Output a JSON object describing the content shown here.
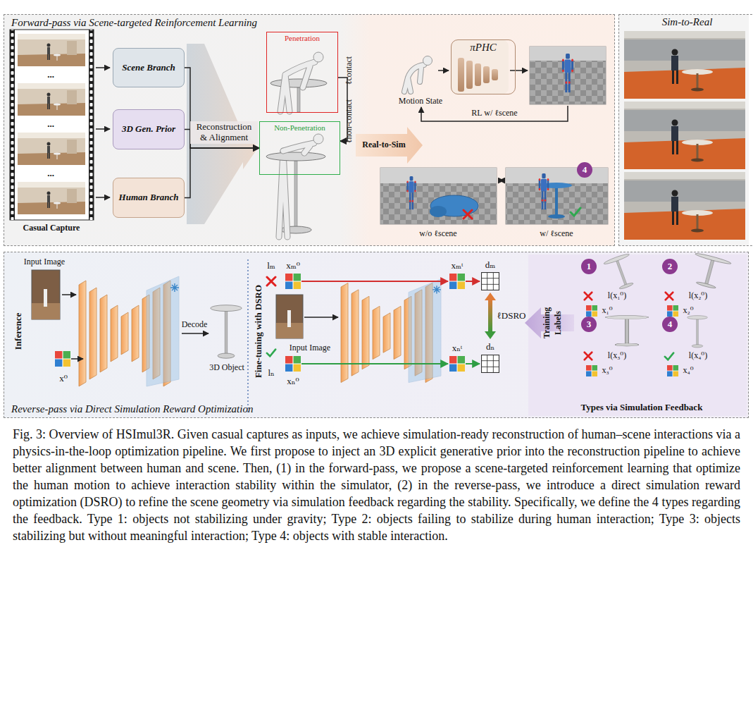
{
  "diagram": {
    "caption": "Fig. 3: Overview of HSImul3R. Given casual captures as inputs, we achieve simulation-ready reconstruction of human–scene interactions via a physics-in-the-loop optimization pipeline. We first propose to inject an 3D explicit generative prior into the reconstruction pipeline to achieve better alignment between human and scene. Then, (1) in the forward-pass, we propose a scene-targeted reinforcement learning that optimize the human motion to achieve interaction stability within the simulator, (2) in the reverse-pass, we introduce a direct simulation reward optimization (DSRO) to refine the scene geometry via simulation feedback regarding the stability. Specifically, we define the 4 types regarding the feedback. Type 1: objects not stabilizing under gravity; Type 2: objects failing to stabilize during human interaction; Type 3: objects stabilizing but without meaningful interaction; Type 4: objects with stable interaction.",
    "nodes": [
      {
        "text": [
          "Forward-pass via Scene-targeted Reinforcement Learning"
        ]
      },
      {
        "text": [
          "Scene Branch"
        ],
        "in": 0
      },
      {
        "text": [
          "3D Gen. Prior"
        ],
        "in": 0
      },
      {
        "text": [
          "Human Branch"
        ],
        "in": 0
      },
      {
        "text": [
          "Penetration"
        ],
        "in": 0
      },
      {
        "text": [
          "Non-Penetration"
        ],
        "in": 0
      },
      {
        "text": [
          "πPHC"
        ],
        "in": 0
      },
      {
        "text": [
          "4"
        ],
        "in": 0
      },
      {
        "text": [
          "Sim-to-Real"
        ]
      },
      {
        "text": [
          "Reverse-pass via Direct Simulation Reward Optimization"
        ]
      },
      {
        "text": [
          "Types via Simulation Feedback"
        ],
        "in": 9
      },
      {
        "text": [
          "1"
        ],
        "in": 10
      },
      {
        "text": [
          "2"
        ],
        "in": 10
      },
      {
        "text": [
          "3"
        ],
        "in": 10
      },
      {
        "text": [
          "4"
        ],
        "in": 10
      }
    ],
    "edges": [
      {
        "from": 1,
        "to": 5,
        "arrow": "to"
      },
      {
        "from": 2,
        "to": 5,
        "arrow": "to",
        "label": "Reconstruction & Alignment"
      },
      {
        "from": 3,
        "to": 5,
        "arrow": "to"
      },
      {
        "from": 4,
        "to": 5,
        "arrow": "to"
      }
    ],
    "labels": [
      "...",
      "...",
      "...",
      "Casual Capture",
      "ℓcontact",
      "ℓnon-contact",
      "Real-to-Sim",
      "Motion State",
      "RL w/ ℓscene",
      "w/o ℓscene",
      "w/ ℓscene",
      "Input Image",
      "Inference",
      "x⁰",
      "Decode",
      "3D Object",
      "Fine-tuning with DSRO",
      "lₘ",
      "xₘ⁰",
      "Input Image",
      "lₙ",
      "xₙ⁰",
      "xₘᵗ",
      "dₘ",
      "xₙᵗ",
      "dₙ",
      "ℓDSRO",
      "Training",
      "Labels",
      "l(x₁⁰)",
      "x₁⁰",
      "l(x₂⁰)",
      "x₂⁰",
      "l(x₃⁰)",
      "x₃⁰",
      "l(x₄⁰)",
      "x₄⁰"
    ]
  }
}
